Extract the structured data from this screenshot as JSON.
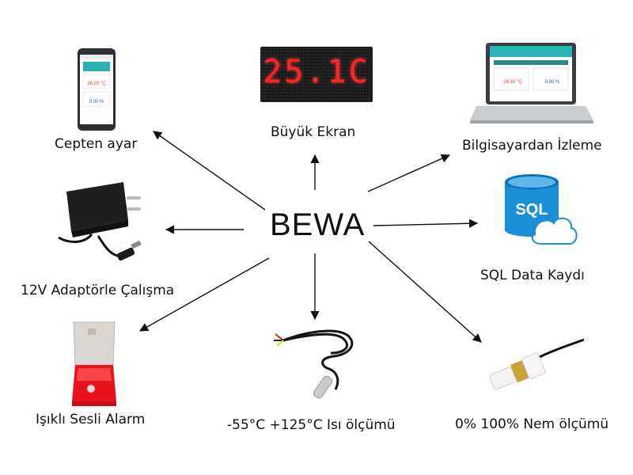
{
  "center": {
    "label": "BEWA"
  },
  "nodes": {
    "phone": {
      "label": "Cepten ayar",
      "icon": "smartphone-icon",
      "screen_temp": "26.20 °C",
      "screen_hum": "0.00 %"
    },
    "led_display": {
      "label": "Büyük Ekran",
      "icon": "led-display-icon",
      "display_text": "25.1C",
      "display_color": "#ff2323"
    },
    "laptop": {
      "label": "Bilgisayardan İzleme",
      "icon": "laptop-icon",
      "screen_temp": "26.10 °C",
      "screen_hum": "0.00 %"
    },
    "adapter": {
      "label": "12V Adaptörle Çalışma",
      "icon": "power-adapter-icon"
    },
    "sql": {
      "label": "SQL Data Kaydı",
      "icon": "sql-database-icon",
      "icon_text": "SQL",
      "color": "#1a8fd8"
    },
    "alarm": {
      "label": "Işıklı Sesli Alarm",
      "icon": "siren-alarm-icon",
      "color": "#e8141b"
    },
    "temp_sensor": {
      "label": "-55°C +125°C Isı ölçümü",
      "icon": "temperature-probe-icon"
    },
    "humidity_sensor": {
      "label": "0% 100% Nem ölçümü",
      "icon": "humidity-probe-icon"
    }
  }
}
